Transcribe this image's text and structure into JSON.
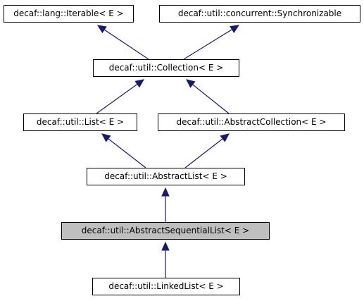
{
  "diagram": {
    "nodes": [
      {
        "id": "iterable",
        "label": "decaf::lang::Iterable< E >",
        "highlighted": false
      },
      {
        "id": "synchronizable",
        "label": "decaf::util::concurrent::Synchronizable",
        "highlighted": false
      },
      {
        "id": "collection",
        "label": "decaf::util::Collection< E >",
        "highlighted": false
      },
      {
        "id": "list",
        "label": "decaf::util::List< E >",
        "highlighted": false
      },
      {
        "id": "abstract-collection",
        "label": "decaf::util::AbstractCollection< E >",
        "highlighted": false
      },
      {
        "id": "abstract-list",
        "label": "decaf::util::AbstractList< E >",
        "highlighted": false
      },
      {
        "id": "abstract-sequential-list",
        "label": "decaf::util::AbstractSequentialList< E >",
        "highlighted": true
      },
      {
        "id": "linked-list",
        "label": "decaf::util::LinkedList< E >",
        "highlighted": false
      }
    ],
    "edges": [
      {
        "from": "collection",
        "to": "iterable"
      },
      {
        "from": "collection",
        "to": "synchronizable"
      },
      {
        "from": "list",
        "to": "collection"
      },
      {
        "from": "abstract-collection",
        "to": "collection"
      },
      {
        "from": "abstract-list",
        "to": "list"
      },
      {
        "from": "abstract-list",
        "to": "abstract-collection"
      },
      {
        "from": "abstract-sequential-list",
        "to": "abstract-list"
      },
      {
        "from": "linked-list",
        "to": "abstract-sequential-list"
      }
    ],
    "colors": {
      "edge": "#191970",
      "node_border": "#000000",
      "node_fill": "#ffffff",
      "highlight_fill": "#bfbfbf"
    }
  }
}
